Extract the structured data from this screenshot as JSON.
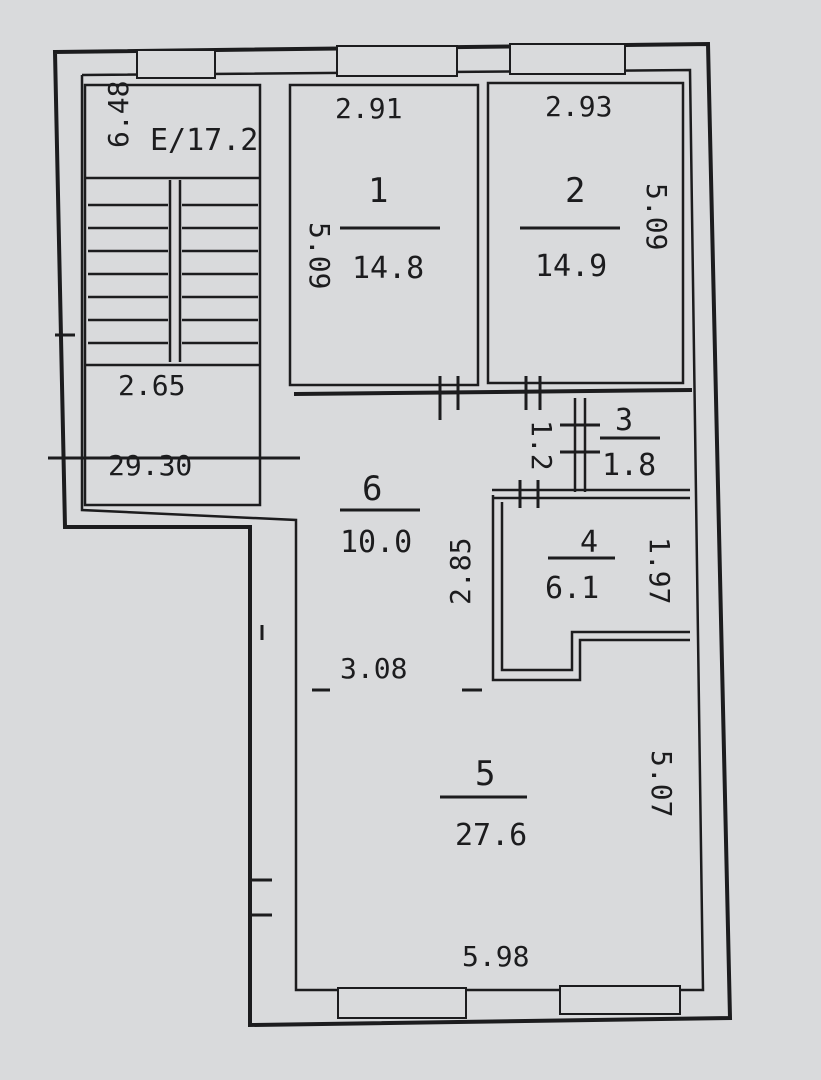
{
  "stair": {
    "label": "E/17.2",
    "dim_side": "6.48",
    "dim_width": "2.65",
    "dim_length": "29.30"
  },
  "rooms": [
    {
      "id": "1",
      "area": "14.8",
      "top_dim": "2.91",
      "side_dim": "5.09"
    },
    {
      "id": "2",
      "area": "14.9",
      "top_dim": "2.93",
      "side_dim": "5.09"
    },
    {
      "id": "3",
      "area": "1.8",
      "side_dim": "1.2"
    },
    {
      "id": "4",
      "area": "6.1",
      "side_dim": "1.97"
    },
    {
      "id": "5",
      "area": "27.6",
      "bottom_dim": "5.98",
      "side_dim": "5.07"
    },
    {
      "id": "6",
      "area": "10.0",
      "side_dim": "2.85",
      "bottom_dim": "3.08"
    }
  ],
  "colors": {
    "paper": "#d9dadc",
    "ink": "#1c1c1e"
  }
}
